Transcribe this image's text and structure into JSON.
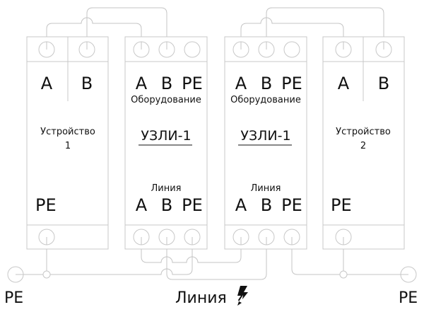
{
  "devices": [
    {
      "id": "device-1",
      "title": "Устройство",
      "number": "1",
      "top_terminals": [
        "A",
        "B"
      ],
      "bottom_label": "PE"
    },
    {
      "id": "uzli-left",
      "title": "УЗЛИ-1",
      "top_group": "Оборудование",
      "top_terminals": [
        "A",
        "B",
        "PE"
      ],
      "bottom_group": "Линия",
      "bottom_terminals": [
        "A",
        "B",
        "PE"
      ]
    },
    {
      "id": "uzli-right",
      "title": "УЗЛИ-1",
      "top_group": "Оборудование",
      "top_terminals": [
        "A",
        "B",
        "PE"
      ],
      "bottom_group": "Линия",
      "bottom_terminals": [
        "A",
        "B",
        "PE"
      ]
    },
    {
      "id": "device-2",
      "title": "Устройство",
      "number": "2",
      "top_terminals": [
        "A",
        "B"
      ],
      "bottom_label": "PE"
    }
  ],
  "ground_left_label": "PE",
  "ground_right_label": "PE",
  "line_label": "Линия",
  "line_icon": "lightning-icon",
  "colors": {
    "stroke": "#c8c8c8",
    "text": "#111111",
    "background": "#ffffff"
  }
}
